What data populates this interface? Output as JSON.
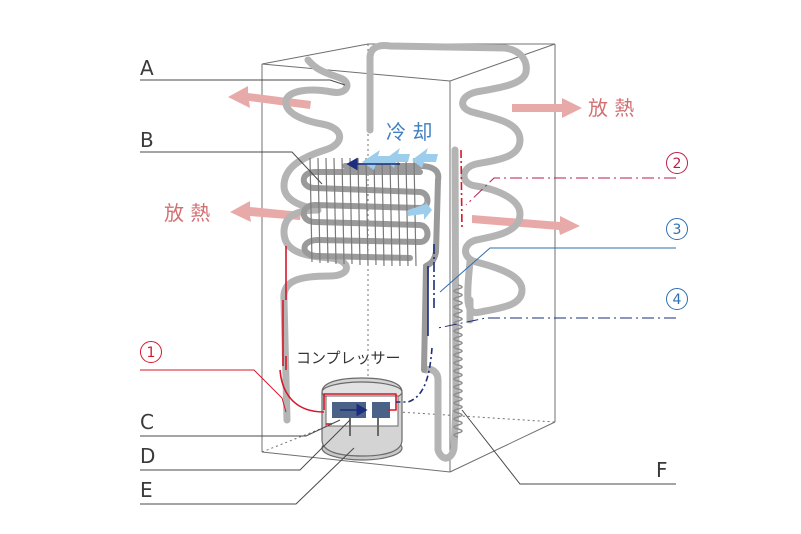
{
  "labels": {
    "A": "A",
    "B": "B",
    "C": "C",
    "D": "D",
    "E": "E",
    "F": "F",
    "n1": "1",
    "n2": "2",
    "n3": "3",
    "n4": "4",
    "heat_left": "放 熱",
    "heat_right": "放 熱",
    "cooling": "冷 却",
    "compressor": "コンプレッサー"
  },
  "colors": {
    "pipe": "#b4b4b4",
    "box_line": "#707070",
    "heat_arrow": "#e8aaa8",
    "heat_text": "#d26f72",
    "cool_arrow": "#9dcdec",
    "cool_text": "#3f7fc0",
    "red_line": "#d5182a",
    "navy_line": "#1b2d7c",
    "marker_2": "#bb1e4a",
    "marker_3": "#2d6fb0",
    "compressor_body": "#cfcfcf",
    "compressor_part": "#4a6288"
  }
}
